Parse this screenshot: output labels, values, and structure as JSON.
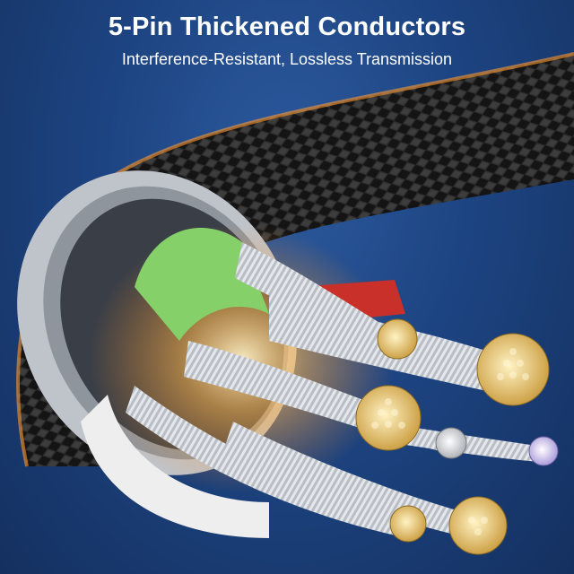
{
  "banner": {
    "title": "5-Pin Thickened Conductors",
    "subtitle": "Interference-Resistant, Lossless Transmission"
  },
  "colors": {
    "background": "#1d4482",
    "braid": "#1a1a1a",
    "foil": "#c8ccd2",
    "insulation_green": "#86d06a",
    "insulation_red": "#c9302a",
    "insulation_white": "#eeeeee",
    "strand_silver": "#cfd3d8",
    "conductor_gold": "#e8c46a",
    "conductor_silver": "#e2e2e2",
    "conductor_violet": "#c8b8f0",
    "glow": "#ffb347"
  },
  "icons": [
    "braided-cable",
    "foil-shield",
    "wire-conductor"
  ]
}
